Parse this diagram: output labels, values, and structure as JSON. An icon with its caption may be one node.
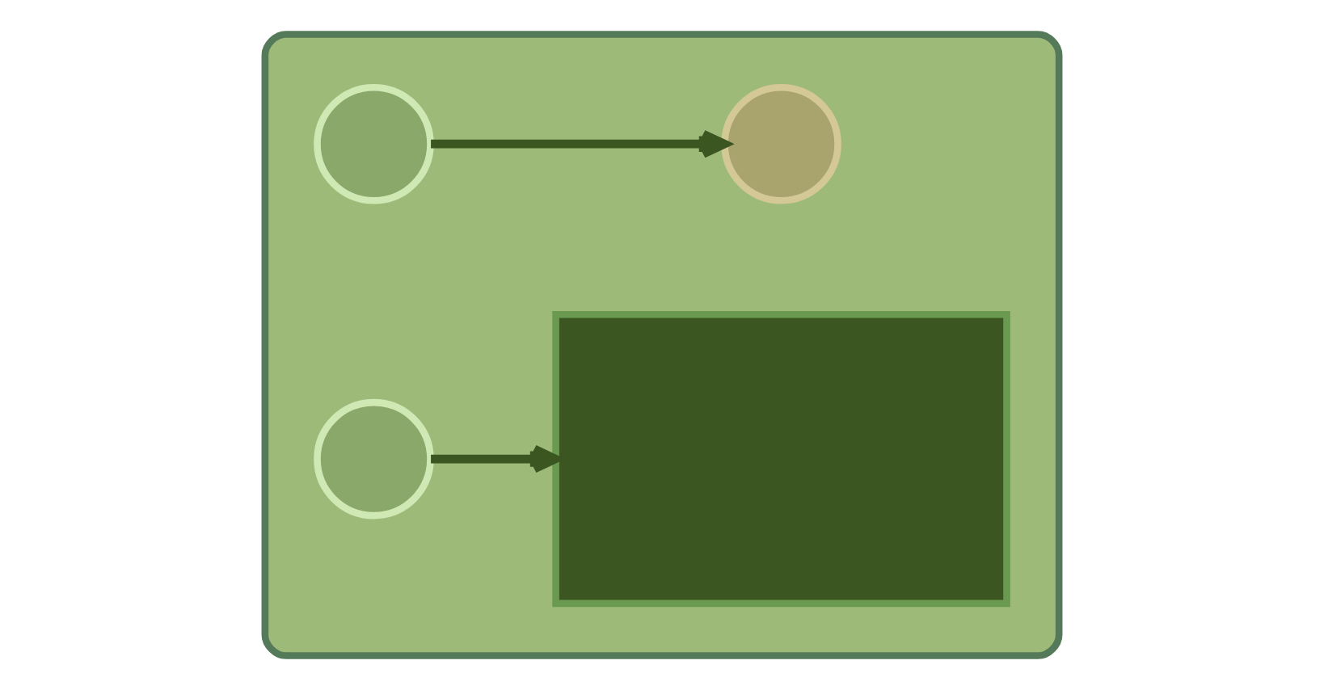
{
  "diagram": {
    "nodes": [
      {
        "text": [],
        "shape": "box"
      },
      {
        "text": [],
        "shape": "circle",
        "in": 0
      },
      {
        "text": [],
        "shape": "circle",
        "in": 0
      },
      {
        "text": [],
        "shape": "circle",
        "in": 0
      },
      {
        "text": [],
        "shape": "box",
        "in": 0
      }
    ],
    "edges": [
      {
        "from": 1,
        "to": 2,
        "arrow": "to"
      },
      {
        "from": 3,
        "to": 4,
        "arrow": "to"
      }
    ]
  }
}
